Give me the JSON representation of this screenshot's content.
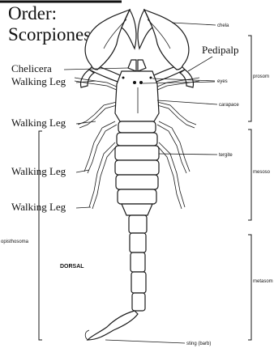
{
  "title": {
    "line1": "Order:",
    "line2": "Scorpiones"
  },
  "left_labels": {
    "chelicera": "Chelicera",
    "walking_leg_1": "Walking Leg",
    "walking_leg_2": "Walking Leg",
    "walking_leg_3": "Walking Leg",
    "walking_leg_4": "Walking Leg"
  },
  "right_labels": {
    "pedipalp": "Pedipalp",
    "chela": "chela",
    "eyes": "eyes",
    "carapace": "carapace",
    "tergite": "tergite",
    "sting": "sting (barb)"
  },
  "region_labels": {
    "prosoma": "prosom",
    "mesosoma": "mesoso",
    "metasoma": "metasom",
    "opisthosoma": "opisthosoma",
    "view": "DORSAL"
  }
}
